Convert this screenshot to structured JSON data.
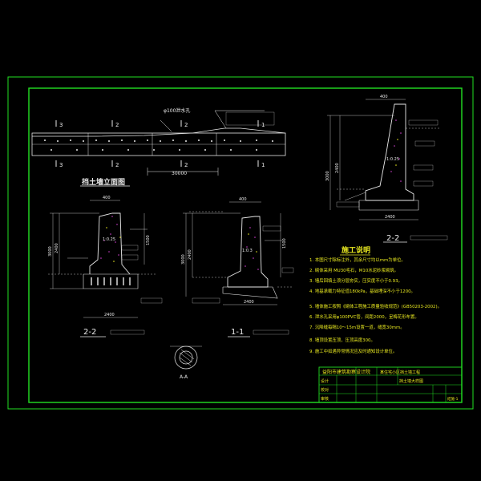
{
  "colors": {
    "background": "#000000",
    "frame": "#22e022",
    "line_white": "#e8e8e8",
    "text_yellow": "#e8e820",
    "accent_magenta": "#d040d0",
    "accent_cyan": "#20c8d8"
  },
  "elevation": {
    "title": "挡土墙立面图",
    "pipe_note": "φ100泄水孔",
    "section_marks": [
      "3",
      "2",
      "2",
      "1",
      "3",
      "2",
      "2",
      "1"
    ],
    "dim_total": "30000"
  },
  "sections": {
    "s22_left_title": "2-2",
    "s11_title": "1-1",
    "s22_right_title": "2-2",
    "ratio_1": "1:0.25",
    "ratio_2": "1:0.3",
    "dim_a": "400",
    "dim_b": "2400",
    "dim_c": "1500",
    "dim_d": "3000"
  },
  "detail": {
    "label": "A-A"
  },
  "notes": {
    "title": "施工说明",
    "items": [
      "1. 本图尺寸除标注外，其余尺寸均以mm为单位。",
      "2. 砌体采用 MU30毛石，M10水泥砂浆砌筑。",
      "3. 墙后回填土须分层夯实，压实度不小于0.93。",
      "4. 地基承载力特征值180kPa，基础埋深不小于1200。",
      "5. 墙体施工按照《砌体工程施工质量验收规范》(GB50203-2002)。",
      "6. 泄水孔采用φ100PVC管，间距2000，呈梅花形布置。",
      "7. 沉降缝每隔10～15m设置一道，缝宽30mm。",
      "8. 墙顶设置压顶，压顶高度300。",
      "9. 施工中如遇异常情况应及时通知设计单位。"
    ]
  },
  "title_block": {
    "company": "益阳市建筑勘察设计院",
    "project": "某住宅小区挡土墙工程",
    "drawing_name": "挡土墙大样图",
    "row_labels": [
      "设计",
      "校对",
      "审核"
    ],
    "sheet_no": "结施-1"
  }
}
